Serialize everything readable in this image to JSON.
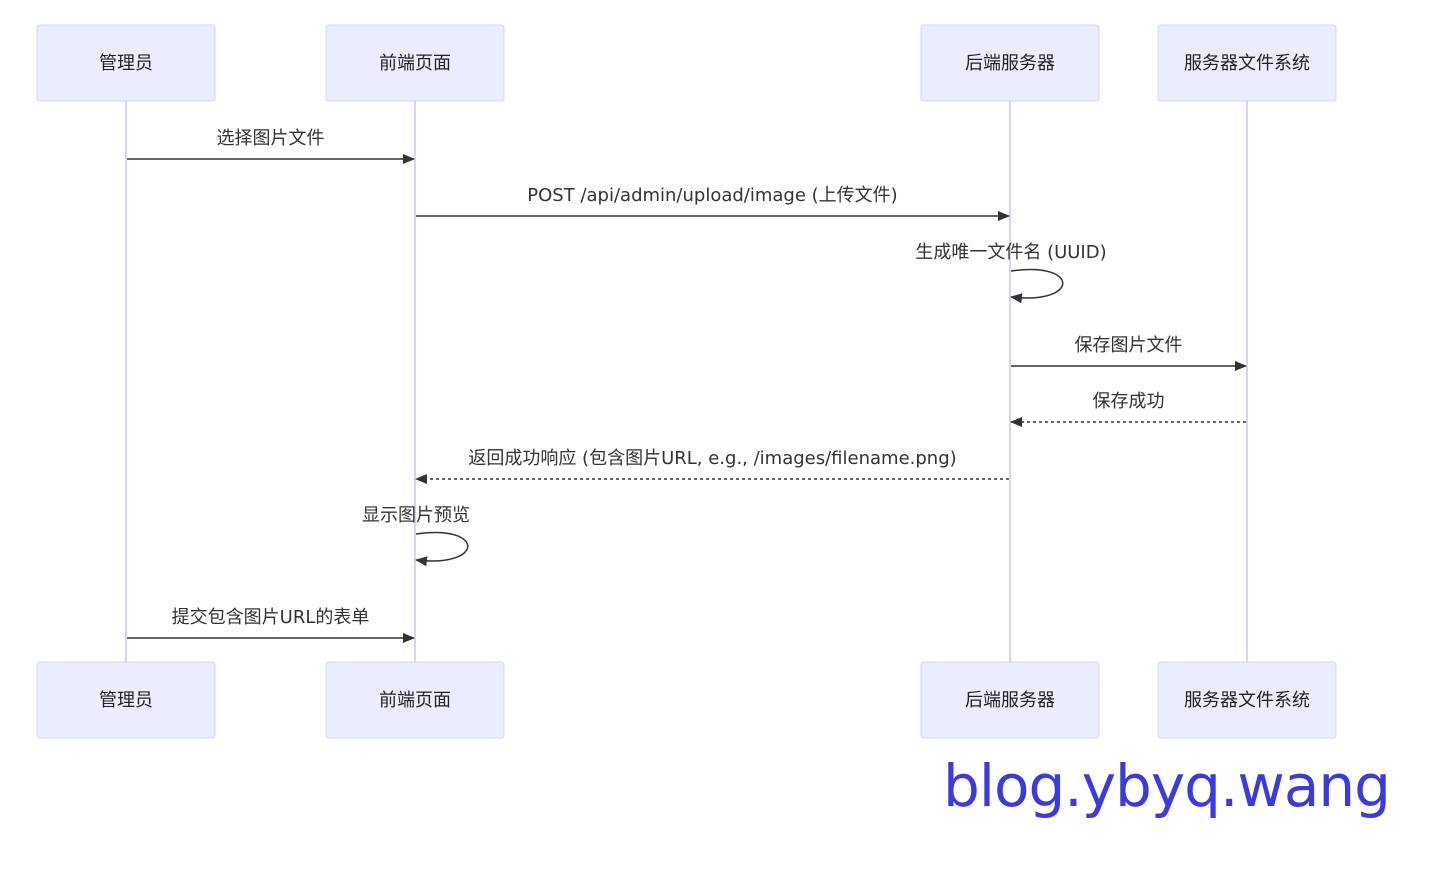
{
  "participants": [
    {
      "id": "admin",
      "label": "管理员"
    },
    {
      "id": "frontend",
      "label": "前端页面"
    },
    {
      "id": "backend",
      "label": "后端服务器"
    },
    {
      "id": "fs",
      "label": "服务器文件系统"
    }
  ],
  "messages": [
    {
      "from": "admin",
      "to": "frontend",
      "label": "选择图片文件",
      "style": "solid"
    },
    {
      "from": "frontend",
      "to": "backend",
      "label": "POST /api/admin/upload/image (上传文件)",
      "style": "solid"
    },
    {
      "from": "backend",
      "to": "backend",
      "label": "生成唯一文件名 (UUID)",
      "style": "solid"
    },
    {
      "from": "backend",
      "to": "fs",
      "label": "保存图片文件",
      "style": "solid"
    },
    {
      "from": "fs",
      "to": "backend",
      "label": "保存成功",
      "style": "dashed"
    },
    {
      "from": "backend",
      "to": "frontend",
      "label": "返回成功响应 (包含图片URL, e.g., /images/filename.png)",
      "style": "dashed"
    },
    {
      "from": "frontend",
      "to": "frontend",
      "label": "显示图片预览",
      "style": "solid"
    },
    {
      "from": "admin",
      "to": "frontend",
      "label": "提交包含图片URL的表单",
      "style": "solid"
    }
  ],
  "watermark": "blog.ybyq.wang",
  "colors": {
    "actor_fill": "#ECECFF",
    "actor_border": "#D6D3F5",
    "line": "#333333",
    "watermark": "#3b3bdc"
  }
}
